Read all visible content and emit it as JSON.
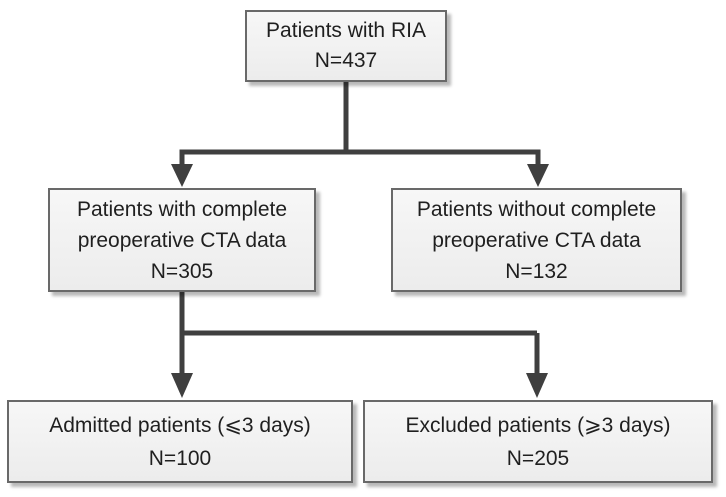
{
  "figure": {
    "type": "flowchart",
    "background": "#ffffff"
  },
  "colors": {
    "connector_line": "#3f3f3f",
    "box_border": "#696969",
    "box_fill_top": "#f7f7f7",
    "box_fill_bottom": "#ececec",
    "box_shadow": "#b5b5b5",
    "text": "#1f1f1f"
  },
  "nodes": {
    "top": {
      "line1": "Patients with RIA",
      "line2": "N=437"
    },
    "mid_left": {
      "line1": "Patients with complete",
      "line2": "preoperative CTA data",
      "line3": "N=305"
    },
    "mid_right": {
      "line1": "Patients without complete",
      "line2": "preoperative CTA data",
      "line3": "N=132"
    },
    "bottom_left": {
      "line1": "Admitted patients (⩽3 days)",
      "line2": "N=100"
    },
    "bottom_right": {
      "line1": "Excluded patients (⩾3 days)",
      "line2": "N=205"
    }
  },
  "edges": [
    {
      "from": "top",
      "to": "mid_left"
    },
    {
      "from": "top",
      "to": "mid_right"
    },
    {
      "from": "mid_left",
      "to": "bottom_left"
    },
    {
      "from": "mid_left",
      "to": "bottom_right"
    }
  ]
}
